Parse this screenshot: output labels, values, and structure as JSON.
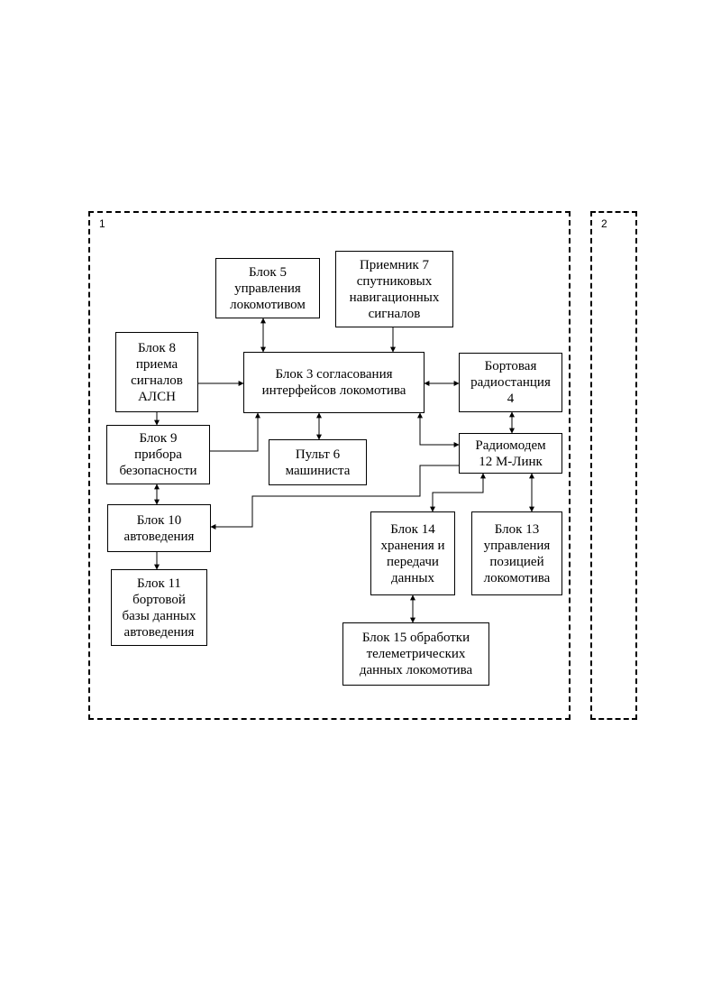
{
  "frames": {
    "onboard": {
      "label": "1"
    },
    "ground": {
      "label": "2"
    }
  },
  "blocks": {
    "b5": "Блок 5\nуправления\nлокомотивом",
    "b7": "Приемник 7\nспутниковых\nнавигационных\nсигналов",
    "b8": "Блок 8\nприема\nсигналов\nАЛСН",
    "b3": "Блок 3 согласования\nинтерфейсов локомотива",
    "b4": "Бортовая\nрадиостанция\n4",
    "b9": "Блок 9\nприбора\nбезопасности",
    "b6": "Пульт 6\nмашиниста",
    "b12": "Радиомодем\n12  М-Линк",
    "b10": "Блок 10\nавтоведения",
    "b14": "Блок 14\nхранения и\nпередачи\nданных",
    "b13": "Блок 13\nуправления\nпозицией\nлокомотива",
    "b11": "Блок 11\nбортовой\nбазы данных\nавтоведения",
    "b15": "Блок 15 обработки\nтелеметрических\nданных локомотива"
  }
}
